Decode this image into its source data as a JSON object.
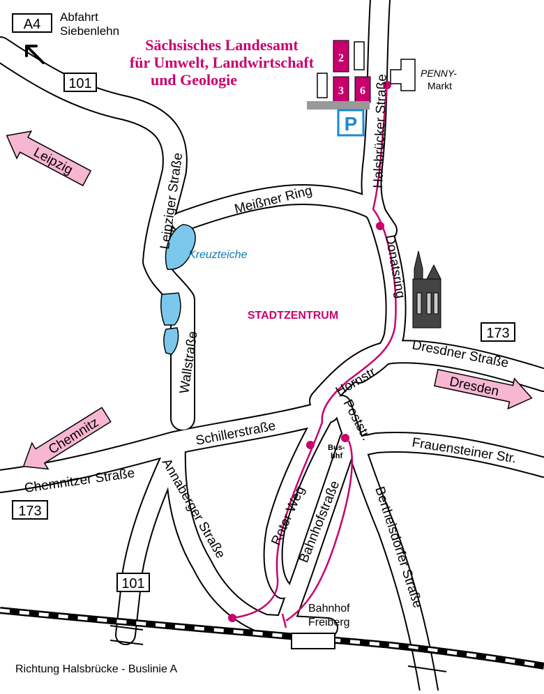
{
  "a4_sign": {
    "label": "A4",
    "text_line1": "Abfahrt",
    "text_line2": "Siebenlehn"
  },
  "office": {
    "line1": "Sächsisches Landesamt",
    "line2": "für Umwelt, Landwirtschaft",
    "line3": "und Geologie",
    "buildings": [
      "2",
      "3",
      "6"
    ]
  },
  "penny": {
    "line1": "PENNY-",
    "line2": "Markt"
  },
  "parking": "P",
  "destinations": {
    "leipzig": "Leipzig",
    "dresden": "Dresden",
    "chemnitz": "Chemnitz"
  },
  "route_numbers": {
    "r101_top": "101",
    "r173_right": "173",
    "r173_left": "173",
    "r101_bottom": "101"
  },
  "streets": {
    "halsbruecker": "Halsbrücker Straße",
    "leipziger": "Leipziger Straße",
    "meissner": "Meißner Ring",
    "donatsring": "Donatsring",
    "wallstrasse": "Wallstraße",
    "dresdner": "Dresdner Straße",
    "hornstr": "Hornstr.",
    "poststr": "Poststr.",
    "schillerstrasse": "Schillerstraße",
    "frauensteiner": "Frauensteiner Str.",
    "chemnitzer": "Chemnitzer Straße",
    "annaberger": "Annaberger Straße",
    "roter_weg": "Roter Weg",
    "bahnhofstrasse": "Bahnhofstraße",
    "berthelsdorfer": "Berthelsdorfer Straße"
  },
  "kreuzteiche": "Kreuzteiche",
  "stadtzentrum": "STADTZENTRUM",
  "busbhf": {
    "line1": "Bus-",
    "line2": "bhf"
  },
  "bahnhof": {
    "line1": "Bahnhof",
    "line2": "Freiberg"
  },
  "footer": "Richtung Halsbrücke - Buslinie A",
  "colors": {
    "magenta": "#c8006e",
    "arrow_pink": "#f7b6d2",
    "water": "#7cc8ec",
    "water_text": "#0a7ab0",
    "parking_blue": "#1a8ad4"
  }
}
